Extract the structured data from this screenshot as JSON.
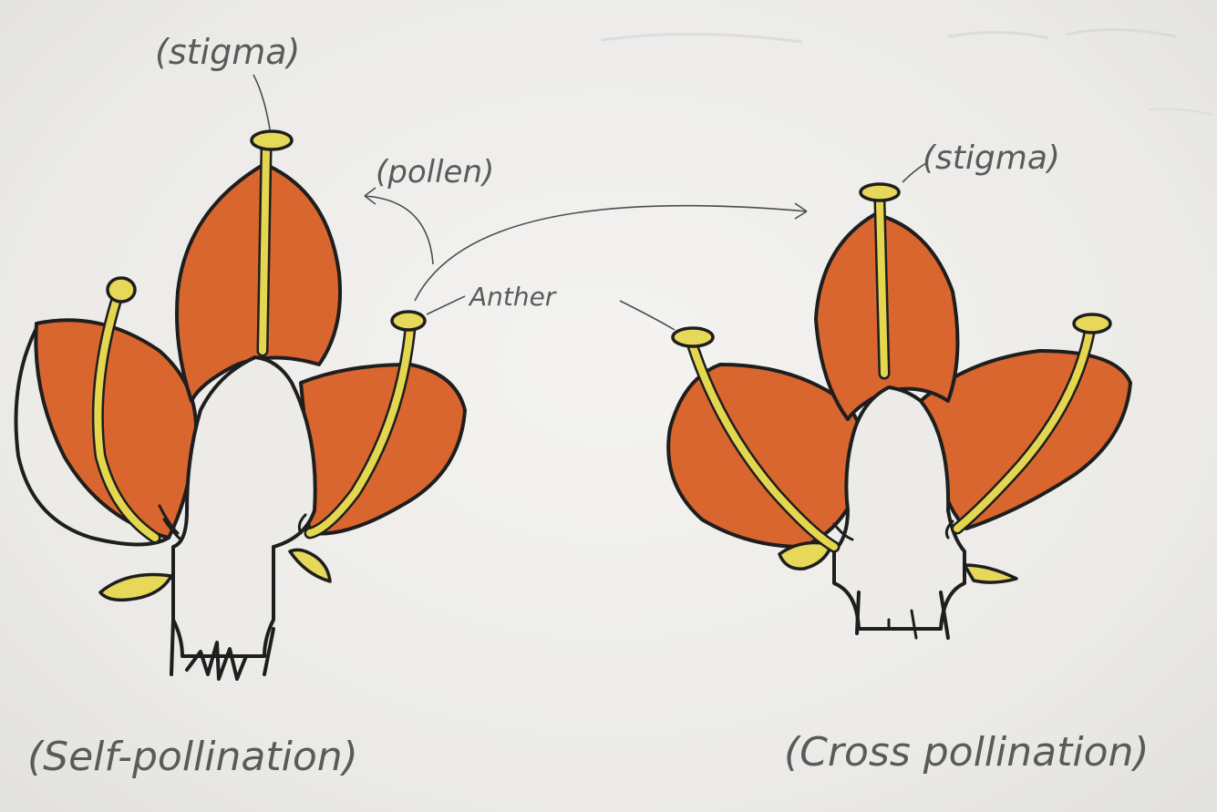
{
  "labels": {
    "stigma_left": "(stigma)",
    "stigma_right": "(stigma)",
    "pollen": "(pollen)",
    "anther": "Anther",
    "self_caption": "(Self-pollination)",
    "cross_caption": "(Cross pollination)"
  },
  "colors": {
    "petal": "#d8662e",
    "pollen_yellow": "#e7d85a",
    "ink": "#1e1e1e",
    "paper": "#ecebe8"
  }
}
